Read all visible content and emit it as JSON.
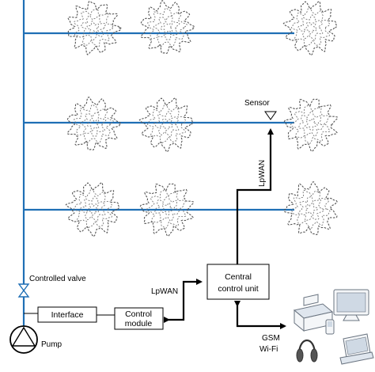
{
  "labels": {
    "sensor": "Sensor",
    "lpwan_vertical": "LpWAN",
    "lpwan_horizontal": "LpWAN",
    "controlled_valve": "Controlled valve",
    "interface": "Interface",
    "control_module_line1": "Control",
    "control_module_line2": "module",
    "central_line1": "Central",
    "central_line2": "control unit",
    "pump": "Pump",
    "gsm": "GSM",
    "wifi": "Wi-Fi"
  },
  "colors": {
    "pipe": "#1f6fb5",
    "wire": "#000000",
    "plant": "#555555"
  },
  "plant_grid": {
    "rows": 3,
    "columns_present": [
      [
        1,
        2,
        3
      ],
      [
        1,
        2,
        3
      ],
      [
        1,
        2,
        3
      ]
    ]
  },
  "devices": [
    "printer-icon",
    "monitor-icon",
    "phone-icon",
    "headset-icon",
    "laptop-icon"
  ]
}
